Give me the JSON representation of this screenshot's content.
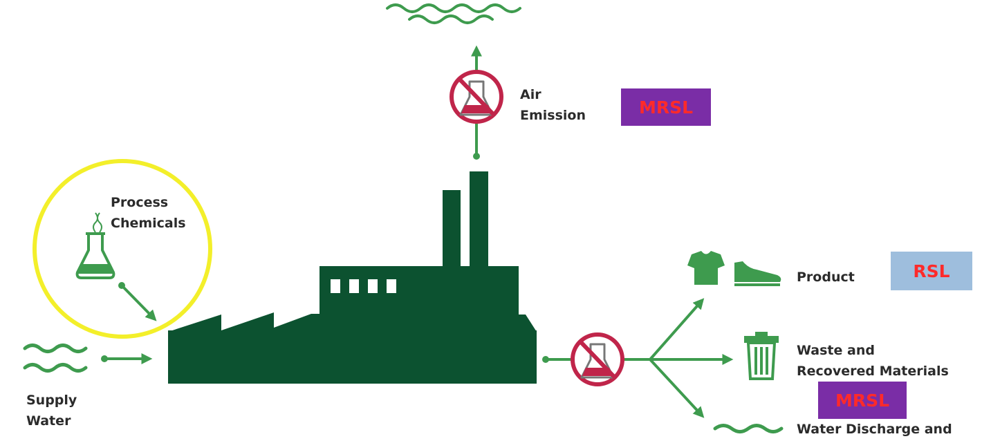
{
  "labels": {
    "process_chemicals": [
      "Process",
      "Chemicals"
    ],
    "supply_water": [
      "Supply",
      "Water"
    ],
    "air_emission": [
      "Air",
      "Emission"
    ],
    "product": "Product",
    "waste": [
      "Waste and",
      "Recovered Materials"
    ],
    "water_discharge": "Water Discharge and"
  },
  "badges": {
    "air": {
      "text": "MRSL",
      "bg": "#7a2da6",
      "fg": "#ff2a2a"
    },
    "product": {
      "text": "RSL",
      "bg": "#9ebedd",
      "fg": "#ff2a2a"
    },
    "water": {
      "text": "MRSL",
      "bg": "#7a2da6",
      "fg": "#ff2a2a"
    }
  },
  "colors": {
    "factory": "#0c5230",
    "green": "#3e9b4e",
    "no_sign": "#c0254a",
    "highlight": "#f3ef2a"
  },
  "icons": [
    "flask-icon",
    "no-chemicals-icon",
    "tshirt-icon",
    "shoe-icon",
    "trash-can-icon",
    "water-waves-icon",
    "cloud-waves-icon"
  ]
}
